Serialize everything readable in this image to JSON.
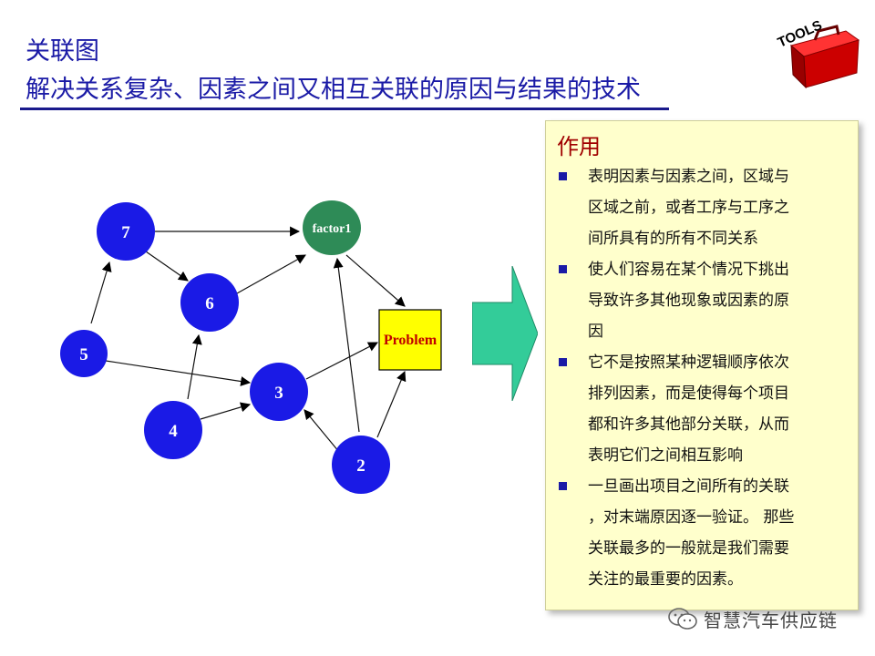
{
  "header": {
    "title_line1": "关联图",
    "title_line2": "解决关系复杂、因素之间又相互关联的原因与结果的技术"
  },
  "logo": {
    "icon": "toolbox-icon",
    "text": "TOOLS"
  },
  "diagram": {
    "nodes": {
      "n7": "7",
      "n6": "6",
      "n5": "5",
      "n4": "4",
      "n3": "3",
      "n2": "2",
      "factor1": "factor1",
      "problem": "Problem"
    },
    "colors": {
      "node_fill": "#1a1ae6",
      "factor_fill": "#2e8b57",
      "problem_fill": "#ffff00",
      "problem_text": "#c00000",
      "arrow_fill": "#33cc99"
    }
  },
  "panel": {
    "title": "作用",
    "bullets": [
      [
        "表明因素与因素之间，区域与",
        "区域之前，或者工序与工序之",
        "间所具有的所有不同关系"
      ],
      [
        "使人们容易在某个情况下挑出",
        "导致许多其他现象或因素的原",
        "因"
      ],
      [
        "它不是按照某种逻辑顺序依次",
        "排列因素，而是使得每个项目",
        "都和许多其他部分关联，从而",
        "表明它们之间相互影响"
      ],
      [
        "一旦画出项目之间所有的关联",
        "，对末端原因逐一验证。 那些",
        "关联最多的一般就是我们需要",
        "关注的最重要的因素。"
      ]
    ]
  },
  "watermark": {
    "icon": "wechat-icon",
    "text": "智慧汽车供应链"
  }
}
